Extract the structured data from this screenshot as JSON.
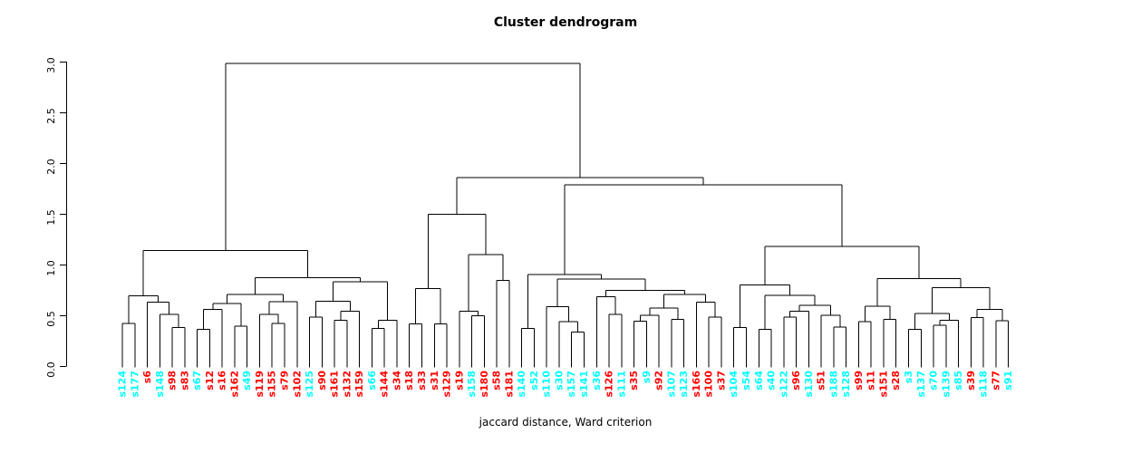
{
  "title": "Cluster dendrogram",
  "xlabel": "jaccard distance, Ward criterion",
  "colors": {
    "red": "#FF0000",
    "cyan": "#00FFFF",
    "line": "#000000",
    "text": "#000000"
  },
  "y_axis": {
    "ticks": [
      0.0,
      0.5,
      1.0,
      1.5,
      2.0,
      2.5,
      3.0
    ],
    "tick_labels": [
      "0.0",
      "0.5",
      "1.0",
      "1.5",
      "2.0",
      "2.5",
      "3.0"
    ]
  },
  "chart_data": {
    "type": "dendrogram",
    "title": "Cluster dendrogram",
    "xlabel": "jaccard distance, Ward criterion",
    "ylim": [
      0,
      3.0
    ],
    "root_height": 2.98,
    "leaves": [
      {
        "label": "s124",
        "color": "cyan"
      },
      {
        "label": "s177",
        "color": "cyan"
      },
      {
        "label": "s6",
        "color": "red"
      },
      {
        "label": "s148",
        "color": "cyan"
      },
      {
        "label": "s98",
        "color": "red"
      },
      {
        "label": "s83",
        "color": "red"
      },
      {
        "label": "s67",
        "color": "cyan"
      },
      {
        "label": "s12",
        "color": "red"
      },
      {
        "label": "s16",
        "color": "red"
      },
      {
        "label": "s162",
        "color": "red"
      },
      {
        "label": "s49",
        "color": "cyan"
      },
      {
        "label": "s119",
        "color": "red"
      },
      {
        "label": "s155",
        "color": "red"
      },
      {
        "label": "s79",
        "color": "red"
      },
      {
        "label": "s102",
        "color": "red"
      },
      {
        "label": "s125",
        "color": "cyan"
      },
      {
        "label": "s90",
        "color": "red"
      },
      {
        "label": "s161",
        "color": "red"
      },
      {
        "label": "s132",
        "color": "red"
      },
      {
        "label": "s159",
        "color": "red"
      },
      {
        "label": "s66",
        "color": "cyan"
      },
      {
        "label": "s144",
        "color": "red"
      },
      {
        "label": "s34",
        "color": "red"
      },
      {
        "label": "s18",
        "color": "red"
      },
      {
        "label": "s33",
        "color": "red"
      },
      {
        "label": "s31",
        "color": "red"
      },
      {
        "label": "s129",
        "color": "red"
      },
      {
        "label": "s19",
        "color": "red"
      },
      {
        "label": "s158",
        "color": "cyan"
      },
      {
        "label": "s180",
        "color": "red"
      },
      {
        "label": "s58",
        "color": "red"
      },
      {
        "label": "s181",
        "color": "red"
      },
      {
        "label": "s140",
        "color": "cyan"
      },
      {
        "label": "s52",
        "color": "cyan"
      },
      {
        "label": "s110",
        "color": "cyan"
      },
      {
        "label": "s30",
        "color": "cyan"
      },
      {
        "label": "s157",
        "color": "cyan"
      },
      {
        "label": "s141",
        "color": "cyan"
      },
      {
        "label": "s36",
        "color": "cyan"
      },
      {
        "label": "s126",
        "color": "red"
      },
      {
        "label": "s111",
        "color": "cyan"
      },
      {
        "label": "s35",
        "color": "red"
      },
      {
        "label": "s9",
        "color": "cyan"
      },
      {
        "label": "s92",
        "color": "red"
      },
      {
        "label": "s107",
        "color": "cyan"
      },
      {
        "label": "s123",
        "color": "cyan"
      },
      {
        "label": "s166",
        "color": "red"
      },
      {
        "label": "s100",
        "color": "red"
      },
      {
        "label": "s37",
        "color": "red"
      },
      {
        "label": "s104",
        "color": "cyan"
      },
      {
        "label": "s54",
        "color": "cyan"
      },
      {
        "label": "s64",
        "color": "cyan"
      },
      {
        "label": "s40",
        "color": "cyan"
      },
      {
        "label": "s122",
        "color": "cyan"
      },
      {
        "label": "s96",
        "color": "red"
      },
      {
        "label": "s130",
        "color": "cyan"
      },
      {
        "label": "s51",
        "color": "red"
      },
      {
        "label": "s188",
        "color": "cyan"
      },
      {
        "label": "s128",
        "color": "cyan"
      },
      {
        "label": "s99",
        "color": "red"
      },
      {
        "label": "s11",
        "color": "red"
      },
      {
        "label": "s151",
        "color": "red"
      },
      {
        "label": "s28",
        "color": "red"
      },
      {
        "label": "s3",
        "color": "cyan"
      },
      {
        "label": "s137",
        "color": "cyan"
      },
      {
        "label": "s70",
        "color": "cyan"
      },
      {
        "label": "s139",
        "color": "cyan"
      },
      {
        "label": "s85",
        "color": "cyan"
      },
      {
        "label": "s39",
        "color": "red"
      },
      {
        "label": "s118",
        "color": "cyan"
      },
      {
        "label": "s77",
        "color": "red"
      },
      {
        "label": "s91",
        "color": "cyan"
      }
    ],
    "tree": {
      "h": 2.98,
      "c": [
        {
          "h": 1.14,
          "c": [
            {
              "h": 0.69,
              "c": [
                {
                  "h": 0.42,
                  "c": [
                    "s124",
                    "s177"
                  ]
                },
                {
                  "h": 0.63,
                  "c": [
                    "s6",
                    {
                      "h": 0.51,
                      "c": [
                        "s148",
                        {
                          "h": 0.378,
                          "c": [
                            "s98",
                            "s83"
                          ]
                        }
                      ]
                    }
                  ]
                }
              ]
            },
            {
              "h": 0.87,
              "c": [
                {
                  "h": 0.705,
                  "c": [
                    {
                      "h": 0.616,
                      "c": [
                        {
                          "h": 0.556,
                          "c": [
                            {
                              "h": 0.363,
                              "c": [
                                "s67",
                                "s12"
                              ]
                            },
                            "s16"
                          ]
                        },
                        {
                          "h": 0.393,
                          "c": [
                            "s162",
                            "s49"
                          ]
                        }
                      ]
                    },
                    {
                      "h": 0.634,
                      "c": [
                        {
                          "h": 0.51,
                          "c": [
                            "s119",
                            {
                              "h": 0.42,
                              "c": [
                                "s155",
                                "s79"
                              ]
                            }
                          ]
                        },
                        "s102"
                      ]
                    }
                  ]
                },
                {
                  "h": 0.83,
                  "c": [
                    {
                      "h": 0.64,
                      "c": [
                        {
                          "h": 0.48,
                          "c": [
                            "s125",
                            "s90"
                          ]
                        },
                        {
                          "h": 0.54,
                          "c": [
                            {
                              "h": 0.45,
                              "c": [
                                "s161",
                                "s132"
                              ]
                            },
                            "s159"
                          ]
                        }
                      ]
                    },
                    {
                      "h": 0.45,
                      "c": [
                        {
                          "h": 0.37,
                          "c": [
                            "s66",
                            "s144"
                          ]
                        },
                        "s34"
                      ]
                    }
                  ]
                }
              ]
            }
          ]
        },
        {
          "h": 1.857,
          "c": [
            {
              "h": 1.494,
              "c": [
                {
                  "h": 0.765,
                  "c": [
                    {
                      "h": 0.413,
                      "c": [
                        "s18",
                        "s33"
                      ]
                    },
                    {
                      "h": 0.413,
                      "c": [
                        "s31",
                        "s129"
                      ]
                    }
                  ]
                },
                {
                  "h": 1.1,
                  "c": [
                    {
                      "h": 0.542,
                      "c": [
                        "s19",
                        {
                          "h": 0.497,
                          "c": [
                            "s158",
                            "s180"
                          ]
                        }
                      ]
                    },
                    {
                      "h": 0.845,
                      "c": [
                        "s58",
                        "s181"
                      ]
                    }
                  ]
                }
              ]
            },
            {
              "h": 1.786,
              "c": [
                {
                  "h": 0.9,
                  "c": [
                    {
                      "h": 0.369,
                      "c": [
                        "s140",
                        "s52"
                      ]
                    },
                    {
                      "h": 0.857,
                      "c": [
                        {
                          "h": 0.586,
                          "c": [
                            "s110",
                            {
                              "h": 0.4375,
                              "c": [
                                "s30",
                                {
                                  "h": 0.333,
                                  "c": [
                                    "s157",
                                    "s141"
                                  ]
                                }
                              ]
                            }
                          ]
                        },
                        {
                          "h": 0.744,
                          "c": [
                            {
                              "h": 0.681,
                              "c": [
                                "s36",
                                {
                                  "h": 0.51,
                                  "c": [
                                    "s126",
                                    "s111"
                                  ]
                                }
                              ]
                            },
                            {
                              "h": 0.705,
                              "c": [
                                {
                                  "h": 0.571,
                                  "c": [
                                    {
                                      "h": 0.5,
                                      "c": [
                                        {
                                          "h": 0.44,
                                          "c": [
                                            "s35",
                                            "s9"
                                          ]
                                        },
                                        "s92"
                                      ]
                                    },
                                    {
                                      "h": 0.458,
                                      "c": [
                                        "s107",
                                        "s123"
                                      ]
                                    }
                                  ]
                                },
                                {
                                  "h": 0.63,
                                  "c": [
                                    "s166",
                                    {
                                      "h": 0.48,
                                      "c": [
                                        "s100",
                                        "s37"
                                      ]
                                    }
                                  ]
                                }
                              ]
                            }
                          ]
                        }
                      ]
                    }
                  ]
                },
                {
                  "h": 1.18,
                  "c": [
                    {
                      "h": 0.8,
                      "c": [
                        {
                          "h": 0.378,
                          "c": [
                            "s104",
                            "s54"
                          ]
                        },
                        {
                          "h": 0.696,
                          "c": [
                            {
                              "h": 0.363,
                              "c": [
                                "s64",
                                "s40"
                              ]
                            },
                            {
                              "h": 0.6,
                              "c": [
                                {
                                  "h": 0.54,
                                  "c": [
                                    {
                                      "h": 0.48,
                                      "c": [
                                        "s122",
                                        "s96"
                                      ]
                                    },
                                    "s130"
                                  ]
                                },
                                {
                                  "h": 0.5,
                                  "c": [
                                    "s51",
                                    {
                                      "h": 0.384,
                                      "c": [
                                        "s188",
                                        "s128"
                                      ]
                                    }
                                  ]
                                }
                              ]
                            }
                          ]
                        }
                      ]
                    },
                    {
                      "h": 0.86,
                      "c": [
                        {
                          "h": 0.59,
                          "c": [
                            {
                              "h": 0.4375,
                              "c": [
                                "s99",
                                "s11"
                              ]
                            },
                            {
                              "h": 0.46,
                              "c": [
                                "s151",
                                "s28"
                              ]
                            }
                          ]
                        },
                        {
                          "h": 0.774,
                          "c": [
                            {
                              "h": 0.52,
                              "c": [
                                {
                                  "h": 0.36,
                                  "c": [
                                    "s3",
                                    "s137"
                                  ]
                                },
                                {
                                  "h": 0.45,
                                  "c": [
                                    {
                                      "h": 0.4,
                                      "c": [
                                        "s70",
                                        "s139"
                                      ]
                                    },
                                    "s85"
                                  ]
                                }
                              ]
                            },
                            {
                              "h": 0.556,
                              "c": [
                                {
                                  "h": 0.476,
                                  "c": [
                                    "s39",
                                    "s118"
                                  ]
                                },
                                {
                                  "h": 0.446,
                                  "c": [
                                    "s77",
                                    "s91"
                                  ]
                                }
                              ]
                            }
                          ]
                        }
                      ]
                    }
                  ]
                }
              ]
            }
          ]
        }
      ]
    }
  }
}
